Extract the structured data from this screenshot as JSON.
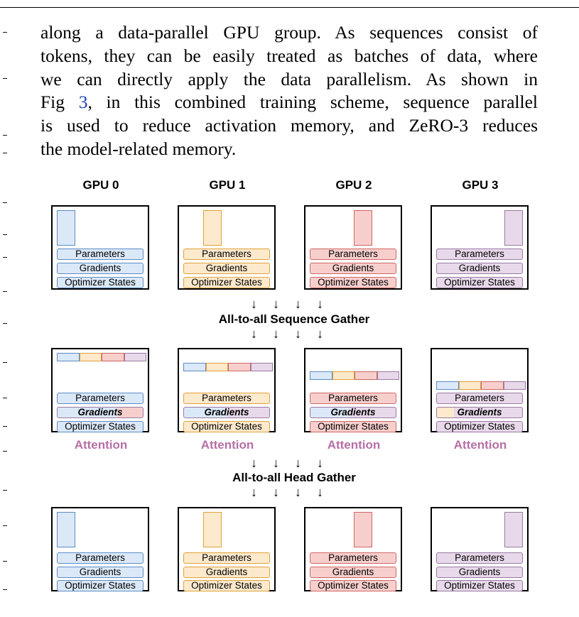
{
  "paragraph": {
    "lines": [
      "along a data-parallel GPU group. As sequences consist of",
      "tokens, they can be easily treated as batches of data, where",
      "we can directly apply the data parallelism.  As shown in",
      {
        "pre": "Fig ",
        "link": "3",
        "post": ", in this combined training scheme, sequence parallel"
      },
      "is used to reduce activation memory, and ZeRO-3 reduces",
      "the model-related memory."
    ]
  },
  "figure": {
    "gpus": [
      "GPU 0",
      "GPU 1",
      "GPU 2",
      "GPU 3"
    ],
    "gpu_colors": [
      "#dbe8f8",
      "#fde9cc",
      "#f6cfcd",
      "#e8d9ea"
    ],
    "gpu_border_colors": [
      "#5b8cc6",
      "#e0a13a",
      "#d06763",
      "#9a7aa3"
    ],
    "labels": {
      "parameters": "Parameters",
      "gradients": "Gradients",
      "optimizer": "Optimizer States"
    },
    "sequence_gather": "All-to-all Sequence Gather",
    "head_gather": "All-to-all Head Gather",
    "attention": "Attention",
    "arrow": "↓"
  }
}
